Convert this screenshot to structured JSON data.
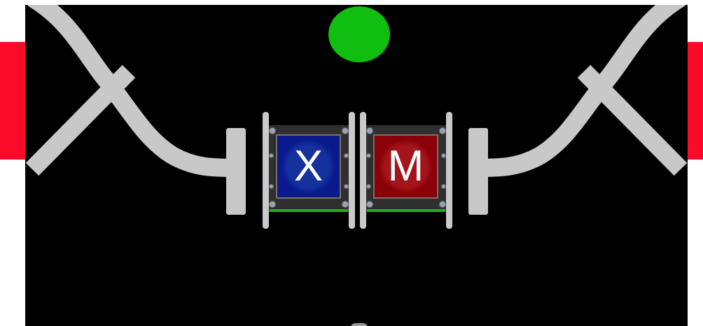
{
  "colors": {
    "background": "#000000",
    "outer_background": "#ffffff",
    "side_accent": "#fb0a2a",
    "track": "#c8c8c8",
    "status_light": "#0fbe0f",
    "tile_frame": "#2f2f2f",
    "tile_rail": "#c9c9c9",
    "tile_base_line": "#18b418"
  },
  "status_light": {
    "state": "green"
  },
  "tiles": [
    {
      "label": "X",
      "color": "#0a1a8c",
      "glow": "#14319e"
    },
    {
      "label": "M",
      "color": "#8a0008",
      "glow": "#a4141b"
    }
  ]
}
